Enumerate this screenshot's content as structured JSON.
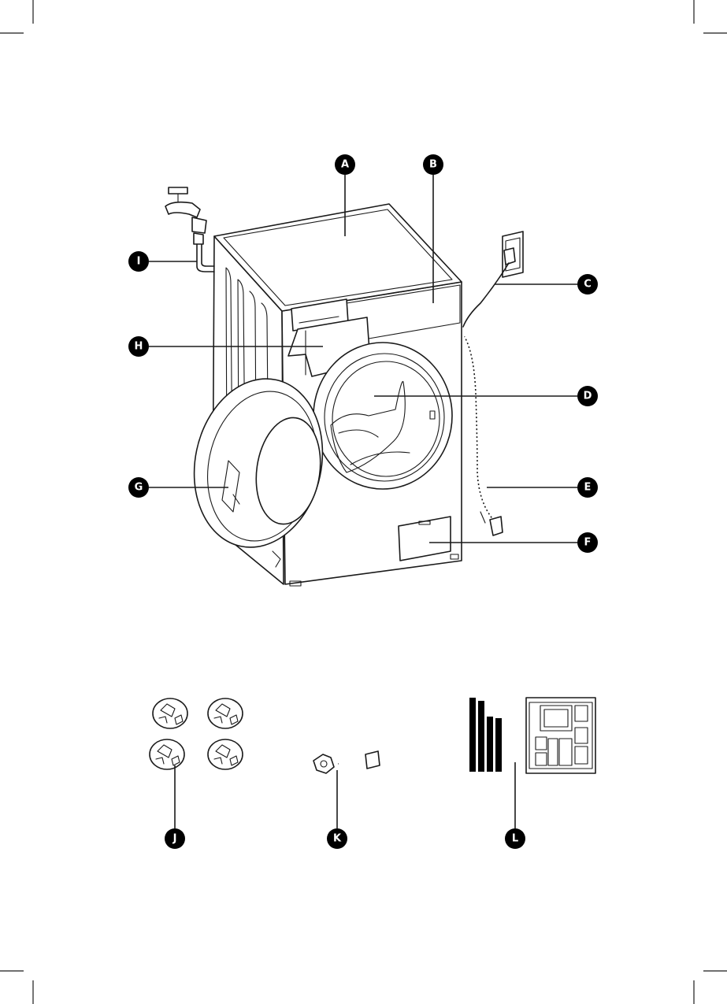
{
  "callouts": [
    {
      "id": "A",
      "label": "A"
    },
    {
      "id": "B",
      "label": "B"
    },
    {
      "id": "C",
      "label": "C"
    },
    {
      "id": "D",
      "label": "D"
    },
    {
      "id": "E",
      "label": "E"
    },
    {
      "id": "F",
      "label": "F"
    },
    {
      "id": "G",
      "label": "G"
    },
    {
      "id": "H",
      "label": "H"
    },
    {
      "id": "I",
      "label": "I"
    },
    {
      "id": "J",
      "label": "J"
    },
    {
      "id": "K",
      "label": "K"
    },
    {
      "id": "L",
      "label": "L"
    }
  ],
  "colors": {
    "ink": "#1a1a1a",
    "badge": "#000000",
    "badge_text": "#ffffff",
    "background": "#ffffff"
  }
}
